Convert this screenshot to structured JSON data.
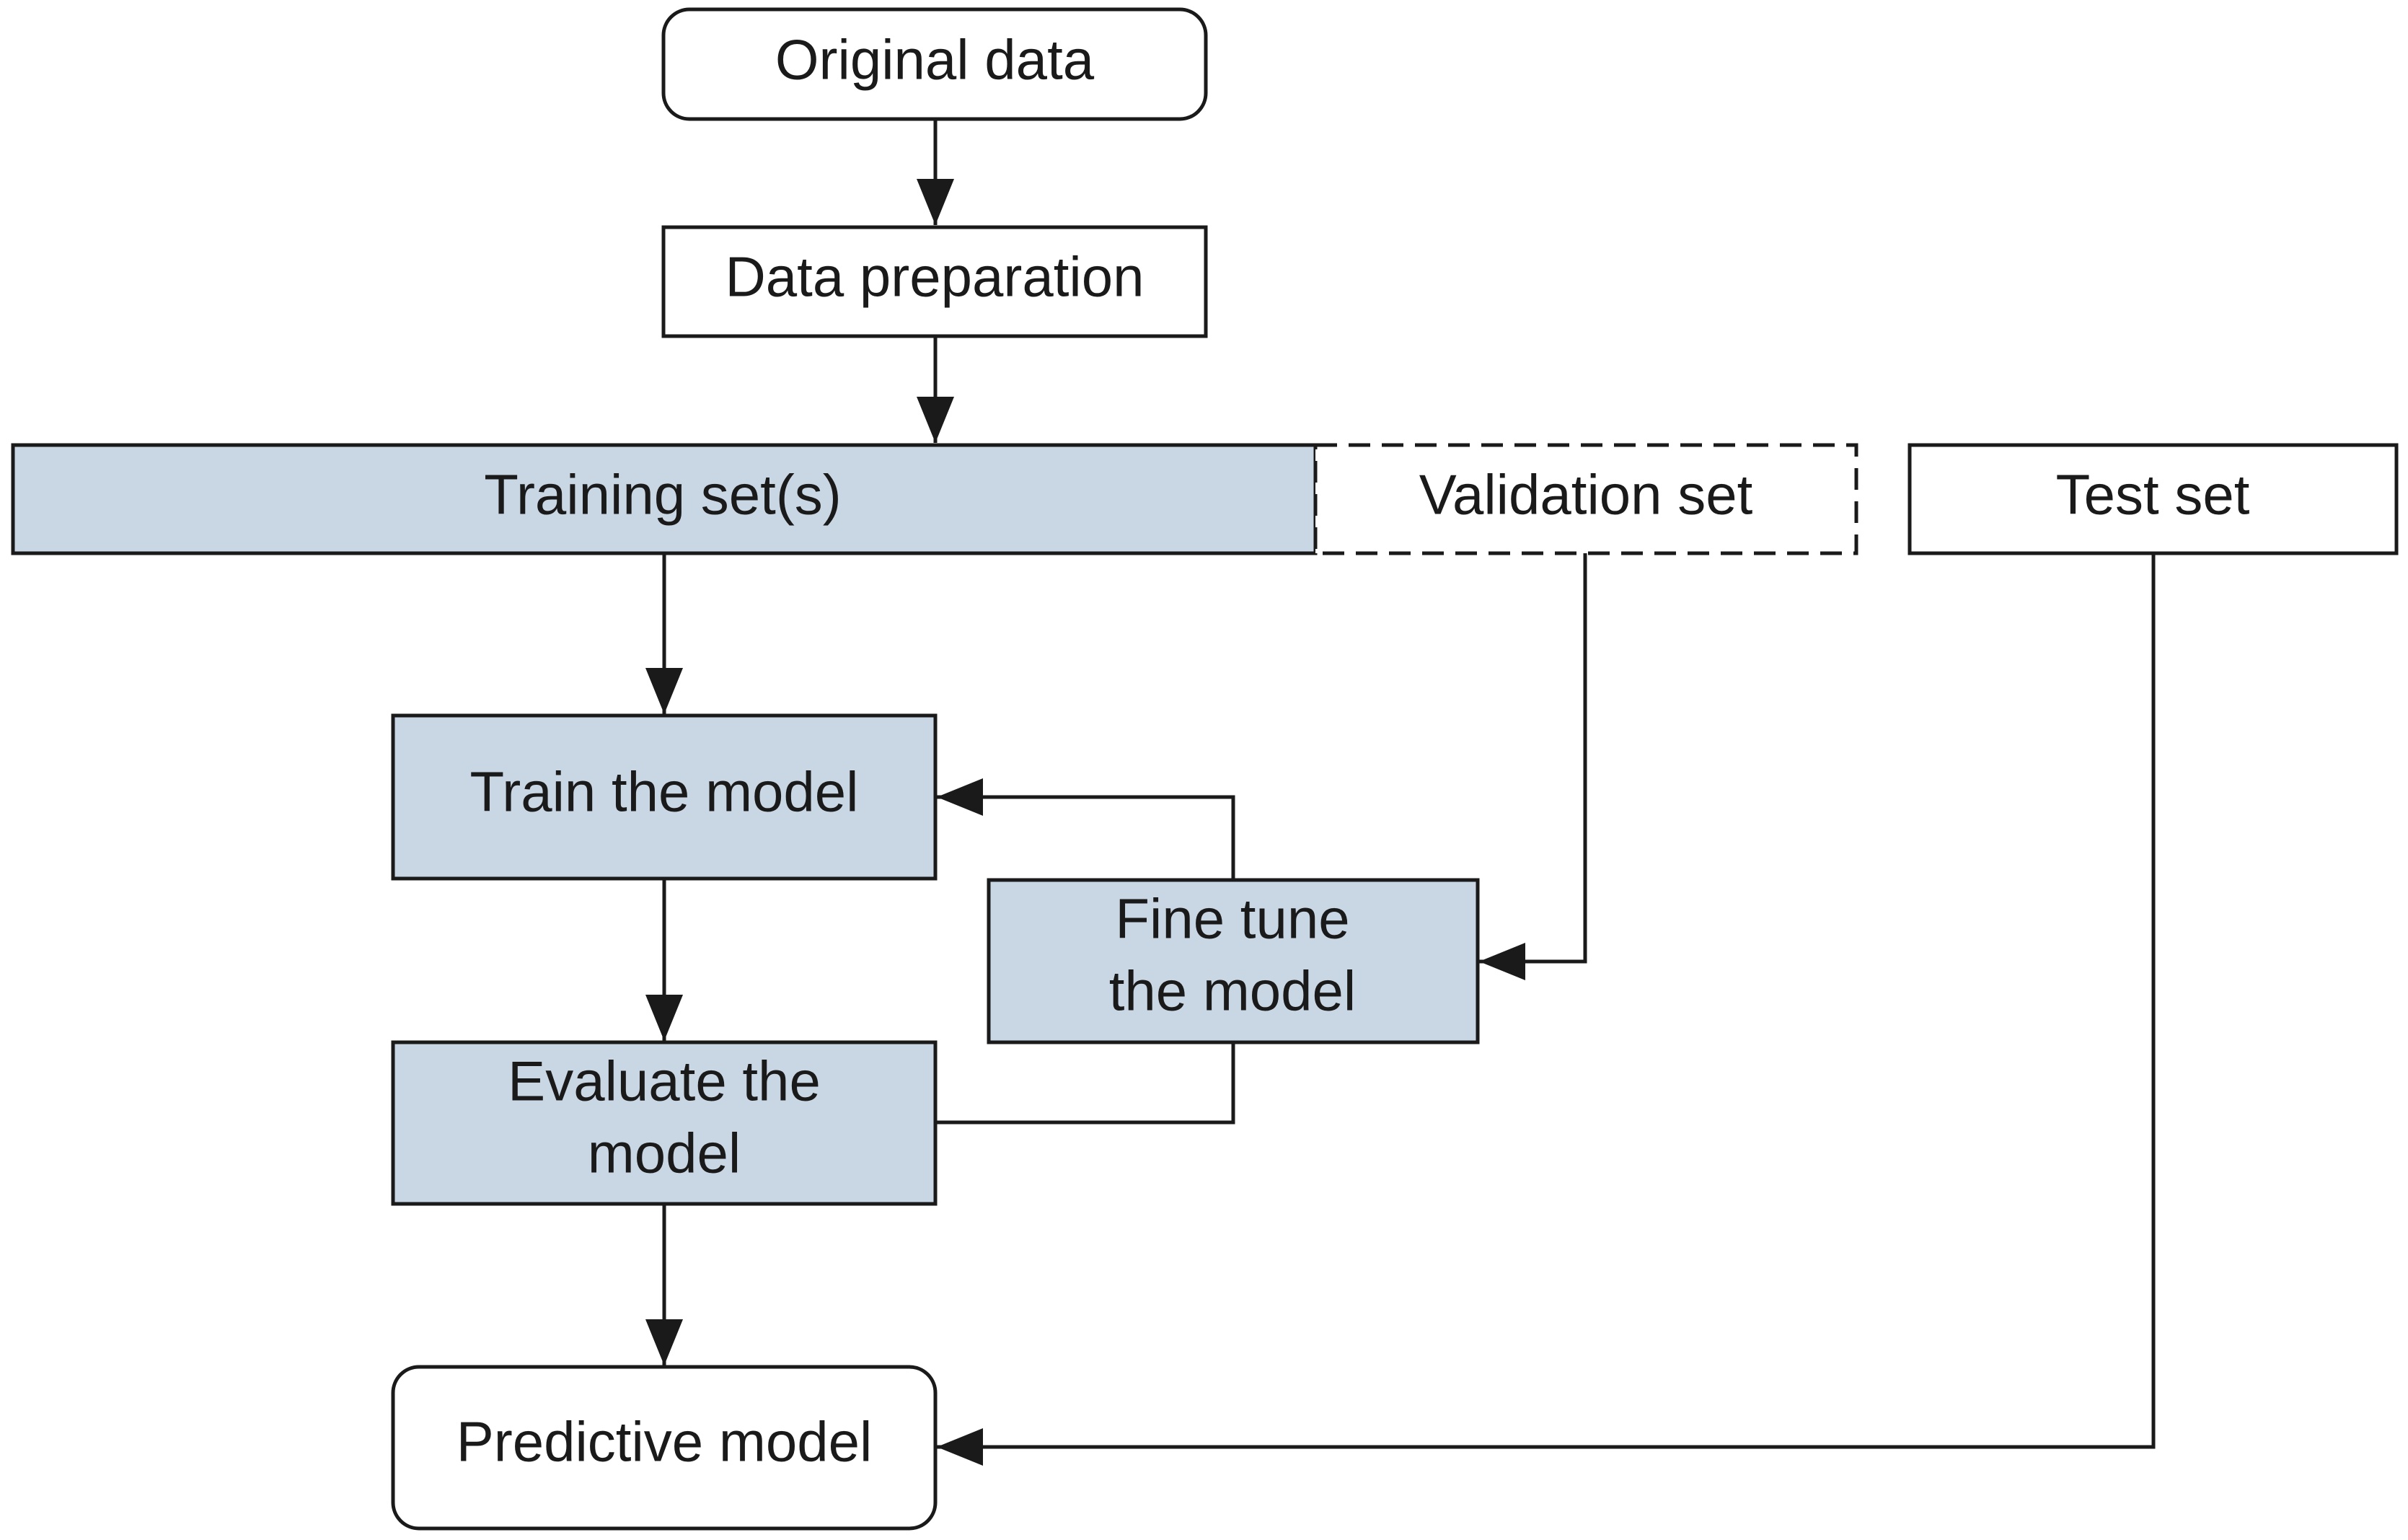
{
  "nodes": {
    "original_data": "Original data",
    "data_preparation": "Data preparation",
    "training_sets": "Training set(s)",
    "validation_set": "Validation set",
    "test_set": "Test set",
    "train_model": "Train the model",
    "fine_tune_line1": "Fine tune",
    "fine_tune_line2": "the model",
    "evaluate_line1": "Evaluate the",
    "evaluate_line2": "model",
    "predictive_model": "Predictive model"
  },
  "colors": {
    "shaded_fill": "#c9d6e4",
    "plain_fill": "#ffffff",
    "stroke": "#1a1a1a"
  }
}
